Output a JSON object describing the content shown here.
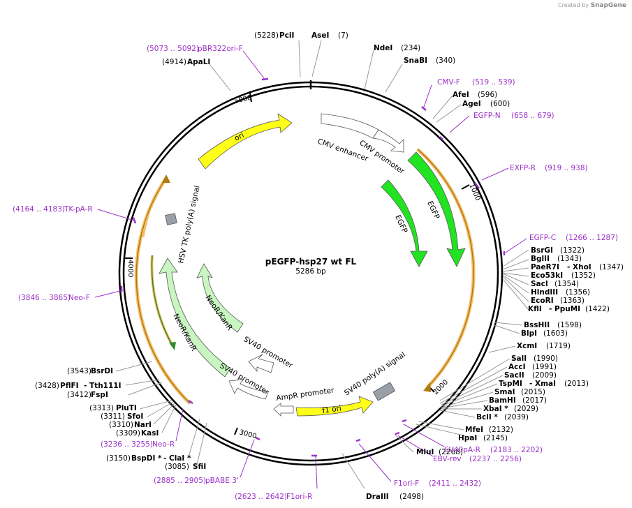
{
  "credit": {
    "prefix": "Created by",
    "brand": "SnapGene"
  },
  "plasmid": {
    "name": "pEGFP-hsp27 wt FL",
    "size": "5286 bp"
  },
  "ticks": [
    "1000",
    "2000",
    "3000",
    "4000",
    "5000"
  ],
  "features": {
    "ori": "ori",
    "cmv_enhancer": "CMV enhancer",
    "cmv_promoter": "CMV promoter",
    "egfp_outer": "EGFP",
    "egfp_inner": "EGFP",
    "hsv_tk": "HSV TK poly(A) signal",
    "neor_inner": "NeoR/KanR",
    "neor_outer": "NeoR/KanR",
    "sv40_promoter_inner": "SV40 promoter",
    "sv40_promoter_outer": "SV40 promoter",
    "ampr_promoter": "AmpR promoter",
    "f1_ori": "f1 ori",
    "sv40_polya": "SV40 poly(A) signal"
  },
  "enzymes": {
    "pcii": {
      "name": "PciI",
      "pos": "(5228)"
    },
    "asei": {
      "name": "AseI",
      "pos": "(7)"
    },
    "ndei": {
      "name": "NdeI",
      "pos": "(234)"
    },
    "snabi": {
      "name": "SnaBI",
      "pos": "(340)"
    },
    "apali": {
      "name": "ApaLI",
      "pos": "(4914)"
    },
    "afei": {
      "name": "AfeI",
      "pos": "(596)"
    },
    "agei": {
      "name": "AgeI",
      "pos": "(600)"
    },
    "bsrgi": {
      "name": "BsrGI",
      "pos": "(1322)"
    },
    "bglii": {
      "name": "BglII",
      "pos": "(1343)"
    },
    "paer7i": {
      "name": "PaeR7I",
      "mid": "- XhoI",
      "pos": "(1347)"
    },
    "eco53ki": {
      "name": "Eco53kI",
      "pos": "(1352)"
    },
    "saci": {
      "name": "SacI",
      "pos": "(1354)"
    },
    "hindiii": {
      "name": "HindIII",
      "pos": "(1356)"
    },
    "ecori": {
      "name": "EcoRI",
      "pos": "(1363)"
    },
    "kfli": {
      "name": "KflI",
      "mid": "- PpuMI",
      "pos": "(1422)"
    },
    "bsshii": {
      "name": "BssHII",
      "pos": "(1598)"
    },
    "blpi": {
      "name": "BlpI",
      "pos": "(1603)"
    },
    "xcmi": {
      "name": "XcmI",
      "pos": "(1719)"
    },
    "sali": {
      "name": "SalI",
      "pos": "(1990)"
    },
    "acci": {
      "name": "AccI",
      "pos": "(1991)"
    },
    "sacii": {
      "name": "SacII",
      "pos": "(2009)"
    },
    "tspmi": {
      "name": "TspMI",
      "mid": "- XmaI",
      "pos": "(2013)"
    },
    "smai": {
      "name": "SmaI",
      "pos": "(2015)"
    },
    "bamhi": {
      "name": "BamHI",
      "pos": "(2017)"
    },
    "xbai": {
      "name": "XbaI *",
      "pos": "(2029)"
    },
    "bcli": {
      "name": "BclI *",
      "pos": "(2039)"
    },
    "mfei": {
      "name": "MfeI",
      "pos": "(2132)"
    },
    "hpai": {
      "name": "HpaI",
      "pos": "(2145)"
    },
    "mlui": {
      "name": "MluI",
      "pos": "(2268)"
    },
    "draiii": {
      "name": "DraIII",
      "pos": "(2498)"
    },
    "bsrdi": {
      "name": "BsrDI",
      "pos": "(3543)"
    },
    "pflfi": {
      "name": "PflFI",
      "mid": "- Tth111I",
      "pos": "(3428)"
    },
    "fspi": {
      "name": "FspI",
      "pos": "(3412)"
    },
    "pluti": {
      "name": "PluTI",
      "pos": "(3313)"
    },
    "sfoi": {
      "name": "SfoI",
      "pos": "(3311)"
    },
    "nari": {
      "name": "NarI",
      "pos": "(3310)"
    },
    "kasi": {
      "name": "KasI",
      "pos": "(3309)"
    },
    "bspdi": {
      "name": "BspDI *",
      "mid": "- ClaI *",
      "pos": "(3150)"
    },
    "sfii": {
      "name": "SfiI",
      "pos": "(3085)"
    }
  },
  "primers": {
    "pbr322ori": {
      "name": "pBR322ori-F",
      "pos": "(5073 .. 5092)"
    },
    "cmvf": {
      "name": "CMV-F",
      "pos": "(519 .. 539)"
    },
    "egfpn": {
      "name": "EGFP-N",
      "pos": "(658 .. 679)"
    },
    "exfpr": {
      "name": "EXFP-R",
      "pos": "(919 .. 938)"
    },
    "egfpc": {
      "name": "EGFP-C",
      "pos": "(1266 .. 1287)"
    },
    "tkpa": {
      "name": "TK-pA-R",
      "pos": "(4164 .. 4183)"
    },
    "neof": {
      "name": "Neo-F",
      "pos": "(3846 .. 3865)"
    },
    "neor": {
      "name": "Neo-R",
      "pos": "(3236 .. 3255)"
    },
    "pbabe": {
      "name": "pBABE 3'",
      "pos": "(2885 .. 2905)"
    },
    "f1orir": {
      "name": "F1ori-R",
      "pos": "(2623 .. 2642)"
    },
    "f1orif": {
      "name": "F1ori-F",
      "pos": "(2411 .. 2432)"
    },
    "ebvrev": {
      "name": "EBV-rev",
      "pos": "(2237 .. 2256)"
    },
    "sv40par": {
      "name": "SV40pA-R",
      "pos": "(2183 .. 2202)"
    }
  },
  "colors": {
    "backbone": "#000000",
    "egfp": "#22e322",
    "ori": "#ffff1a",
    "neor": "#c8f5c0",
    "promoter": "#ffffff",
    "terminator": "#9aa0a8",
    "orf_band": "#f5c06c",
    "orf_arrow": "#b07a10",
    "primer": "#9b30c8"
  }
}
